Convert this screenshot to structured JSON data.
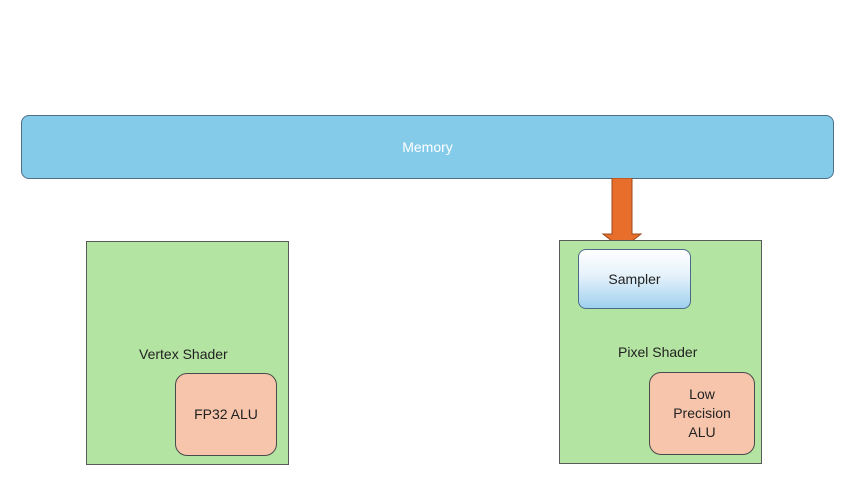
{
  "memory": {
    "label": "Memory"
  },
  "vertex_shader": {
    "label": "Vertex Shader",
    "alu_label": "FP32 ALU"
  },
  "pixel_shader": {
    "label": "Pixel Shader",
    "sampler_label": "Sampler",
    "alu_lines": [
      "Low",
      "Precision",
      "ALU"
    ]
  },
  "colors": {
    "memory": "#84cbea",
    "shader": "#b4e4a1",
    "alu": "#f6c5ac",
    "arrow": "#e86e2c",
    "sampler_gradient_bottom": "#9fd1ef"
  },
  "icons": [
    "down-arrow"
  ]
}
